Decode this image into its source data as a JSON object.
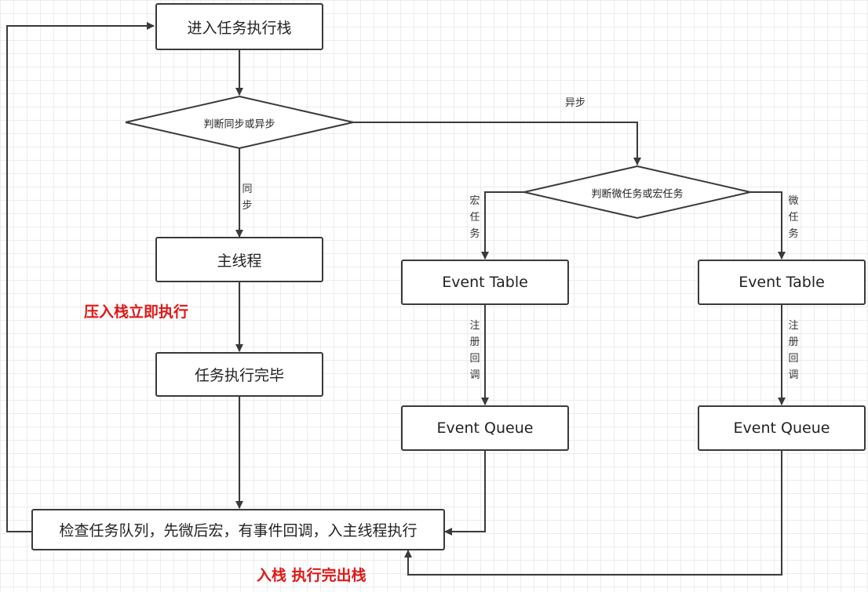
{
  "nodes": {
    "enter_stack": "进入任务执行栈",
    "main_thread": "主线程",
    "task_done": "任务执行完毕",
    "event_table_macro": "Event Table",
    "event_queue_macro": "Event Queue",
    "event_table_micro": "Event Table",
    "event_queue_micro": "Event Queue",
    "check_queue": "检查任务队列，先微后宏，有事件回调，入主线程执行"
  },
  "decisions": {
    "sync_or_async": "判断同步或异步",
    "micro_or_macro": "判断微任务或宏任务"
  },
  "edge_labels": {
    "async": "异步",
    "sync": "同\n步",
    "macro_task": "宏\n任\n务",
    "micro_task": "微\n任\n务",
    "register_callback_macro": "注\n册\n回\n调",
    "register_callback_micro": "注\n册\n回\n调"
  },
  "notes": {
    "push_execute": "压入栈立即执行",
    "push_pop": "入栈  执行完出栈"
  },
  "colors": {
    "line": "#3a3a3a",
    "note": "#e01818",
    "grid": "#ececec"
  }
}
